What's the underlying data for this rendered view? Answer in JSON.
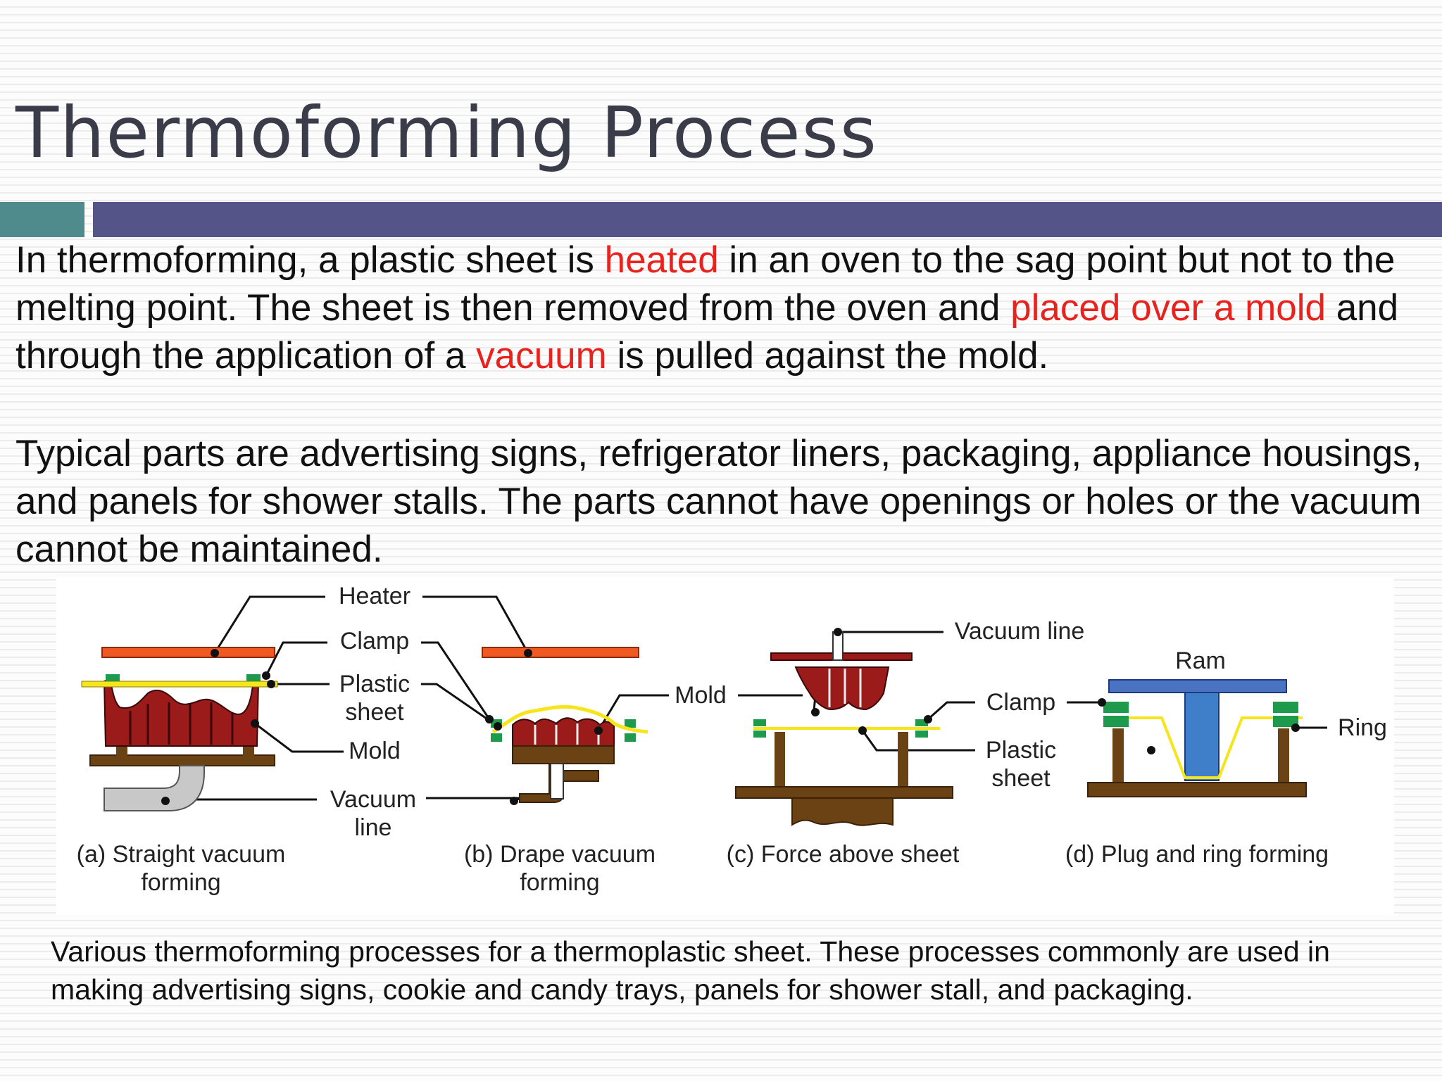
{
  "title": "Thermoforming Process",
  "intro": {
    "t1": "In thermoforming, a plastic sheet is ",
    "h1": "heated",
    "t2": " in an oven to the sag point but not to the melting point.  The sheet is then removed from the oven and ",
    "h2": "placed over a mold",
    "t3": " and through the application of a ",
    "h3": "vacuum",
    "t4": " is pulled against the mold."
  },
  "parts_text": "Typical parts are advertising signs, refrigerator liners, packaging, appliance housings, and panels for shower stalls.  The parts cannot have openings or holes or the vacuum cannot be maintained.",
  "figure": {
    "labels": {
      "heater": "Heater",
      "clamp_a": "Clamp",
      "plastic_a_1": "Plastic",
      "plastic_a_2": "sheet",
      "mold_a": "Mold",
      "vacuum_a_1": "Vacuum",
      "vacuum_a_2": "line",
      "mold_b": "Mold",
      "vacuum_c": "Vacuum line",
      "clamp_c": "Clamp",
      "plastic_c_1": "Plastic",
      "plastic_c_2": "sheet",
      "ram": "Ram",
      "ring": "Ring"
    },
    "captions": {
      "a_1": "(a) Straight vacuum",
      "a_2": "forming",
      "b_1": "(b) Drape vacuum",
      "b_2": "forming",
      "c": "(c) Force above sheet",
      "d": "(d) Plug and ring forming"
    },
    "colors": {
      "heater": "#f05a22",
      "clamp": "#1e9a4c",
      "sheet": "#f5e51a",
      "mold": "#9b1b1b",
      "frame": "#6b4214",
      "ram": "#3f7fc9",
      "ram_top": "#4a73c4",
      "vacuum_pipe": "#c8c8c8"
    }
  },
  "caption": "Various thermoforming processes for a thermoplastic sheet.  These processes commonly are used in making advertising signs, cookie and candy trays, panels for shower stall, and packaging."
}
